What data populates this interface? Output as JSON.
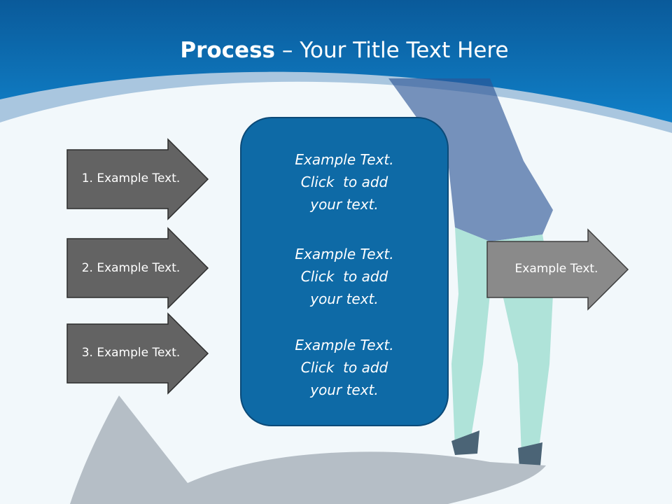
{
  "slide": {
    "title_bold": "Process",
    "title_rest": " – Your Title Text Here",
    "left_arrows": [
      {
        "label": "1. Example Text."
      },
      {
        "label": "2. Example Text."
      },
      {
        "label": "3. Example Text."
      }
    ],
    "center_box": {
      "blocks": [
        {
          "line1": "Example Text.",
          "line2": "Click  to add",
          "line3": "your text."
        },
        {
          "line1": "Example Text.",
          "line2": "Click  to add",
          "line3": "your text."
        },
        {
          "line1": "Example Text.",
          "line2": "Click  to add",
          "line3": "your text."
        }
      ]
    },
    "right_arrow": {
      "label": "Example Text."
    }
  },
  "colors": {
    "header_blue": "#0b6fb4",
    "box_blue": "#0e6aa6",
    "arrow_dark": "#636363",
    "arrow_light": "#8a8a8a",
    "background": "#f2f8fb"
  }
}
